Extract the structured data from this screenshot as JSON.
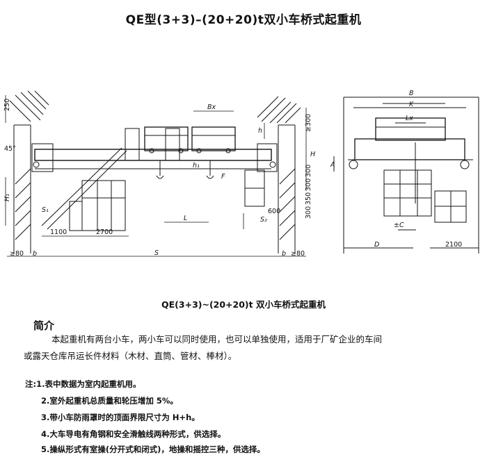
{
  "title": "QE型(3+3)–(20+20)t双小车桥式起重机",
  "caption": "QE(3+3)~(20+20)t 双小车桥式起重机",
  "intro": {
    "heading": "简介",
    "line1": "本起重机有两台小车，两小车可以同时使用，也可以单独使用，适用于厂矿企业的车间",
    "line2": "或露天仓库吊运长件材料（木材、直筒、管材、棒材）。"
  },
  "notes": [
    "注:1.表中数据为室内起重机用。",
    "2.室外起重机总质量和轮压增加 5%。",
    "3.带小车防雨罩时的顶面界限尺寸为 H+h。",
    "4.大车导电有角钢和安全滑触线两种形式，供选择。",
    "5.操纵形式有室操(分开式和闭式)，地操和摇控三种，供选择。"
  ],
  "drawing": {
    "left_view": {
      "dim_250": "250",
      "dim_45": "45°",
      "dim_H1": "H₁",
      "dim_S1": "S₁",
      "dim_1100": "1100",
      "dim_2700": "2700",
      "dim_80_left": "≥80",
      "dim_b_left": "b",
      "dim_S": "S",
      "dim_b_right": "b",
      "dim_80_right": "≥80",
      "dim_Bx": "Bx",
      "dim_h": "h",
      "dim_300_top": "≥300",
      "dim_H": "H",
      "dim_h1": "h₁",
      "dim_F": "F",
      "dim_L": "L",
      "dim_S2": "S₂",
      "dim_600": "600",
      "dim_300_a": "300",
      "dim_300_b": "300",
      "dim_350": "350",
      "dim_300_c": "300"
    },
    "right_view": {
      "dim_B": "B",
      "dim_K": "K",
      "dim_Lx": "Lx",
      "dim_A": "A",
      "dim_C": "±C",
      "dim_D": "D",
      "dim_2100": "2100"
    }
  }
}
